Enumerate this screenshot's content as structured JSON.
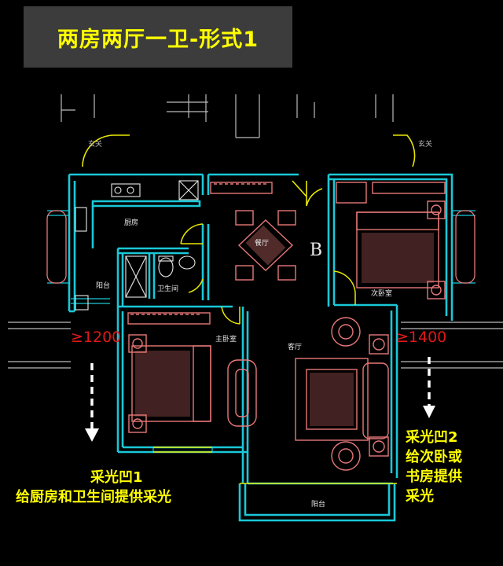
{
  "title": "两房两厅一卫-形式1",
  "rooms": {
    "entrance_left": "玄关",
    "entrance_right": "玄关",
    "kitchen": "厨房",
    "balcony_side": "阳台",
    "bathroom": "卫生间",
    "dining": "餐厅",
    "master_bedroom": "主卧室",
    "living": "客厅",
    "second_bedroom": "次卧室",
    "balcony_front": "阳台",
    "unit_letter": "B"
  },
  "dimensions": {
    "left": "≥1200",
    "right": "≥1400"
  },
  "notes": {
    "left_line1": "采光凹1",
    "left_line2": "给厨房和卫生间提供采光",
    "right_line1": "采光凹2",
    "right_line2": "给次卧或",
    "right_line3": "书房提供",
    "right_line4": "采光"
  },
  "colors": {
    "wall": "#19c8d8",
    "furniture": "#e87878",
    "door": "#e8e800",
    "fixture": "#e8e8e8",
    "dimension": "#e01818",
    "note": "#ffff00"
  }
}
